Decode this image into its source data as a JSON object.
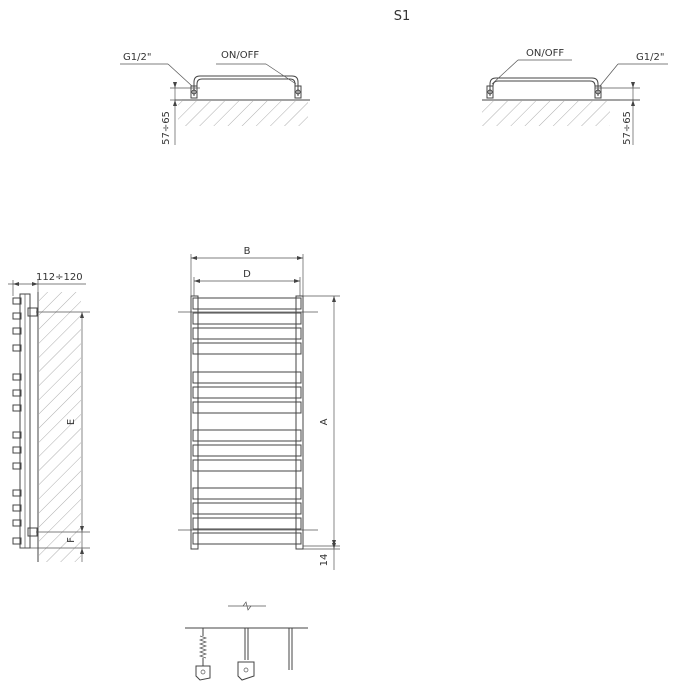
{
  "title": "S1",
  "top_left": {
    "thread_label": "G1/2\"",
    "valve_label": "ON/OFF",
    "height_label": "57÷65"
  },
  "top_right": {
    "thread_label": "G1/2\"",
    "valve_label": "ON/OFF",
    "height_label": "57÷65"
  },
  "side_view": {
    "wall_label": "112÷120",
    "e_label": "E",
    "f_label": "F"
  },
  "front_view": {
    "b_label": "B",
    "d_label": "D",
    "a_label": "A",
    "bottom_label": "14"
  }
}
